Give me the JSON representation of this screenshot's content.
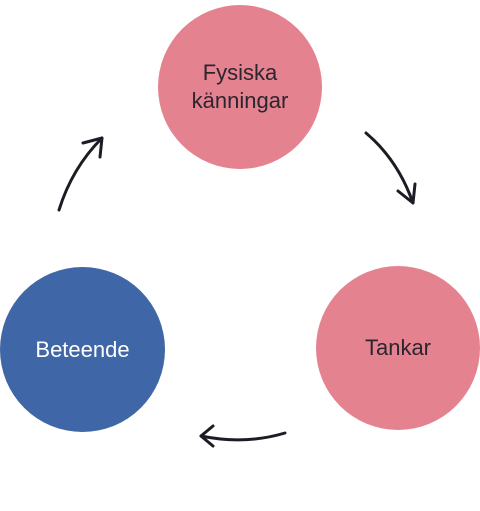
{
  "diagram": {
    "nodes": [
      {
        "id": "top",
        "label": "Fysiska\nkänningar",
        "color": "#e5828f",
        "text_color": "#2b2530"
      },
      {
        "id": "right",
        "label": "Tankar",
        "color": "#e5828f",
        "text_color": "#2b2530"
      },
      {
        "id": "left",
        "label": "Beteende",
        "color": "#3f66a6",
        "text_color": "#ffffff"
      }
    ],
    "edges": [
      {
        "from": "top",
        "to": "right"
      },
      {
        "from": "right",
        "to": "left"
      },
      {
        "from": "left",
        "to": "top"
      }
    ],
    "arrow_color": "#1f1b24"
  }
}
